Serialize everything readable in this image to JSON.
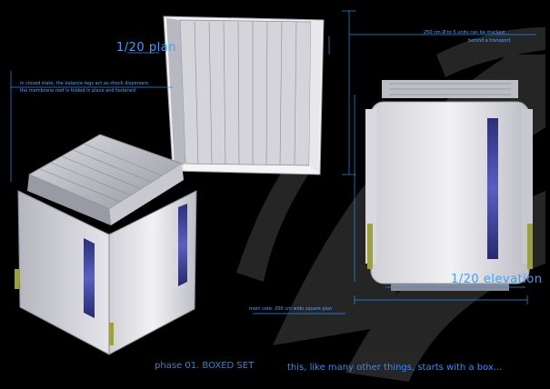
{
  "labels": {
    "plan": "1/20 plan",
    "elevation": "1/20 elevation",
    "phase": "phase 01. BOXED SET",
    "slogan": "this, like many other things, starts with a box..."
  },
  "notes": {
    "stacking": [
      "250 cm Ø to 5 units can be stacked",
      "behind a transport"
    ],
    "closed_state": [
      "in closed state, the balance legs act as shock dispersers",
      "the membrane roof is folded in place and fastened"
    ],
    "core": "main core: 200 cm wide square plan"
  },
  "colors": {
    "background": "#000000",
    "accent": "#3aa0ff",
    "panel": "#e6e6ea",
    "window": "#3a3f9a"
  }
}
